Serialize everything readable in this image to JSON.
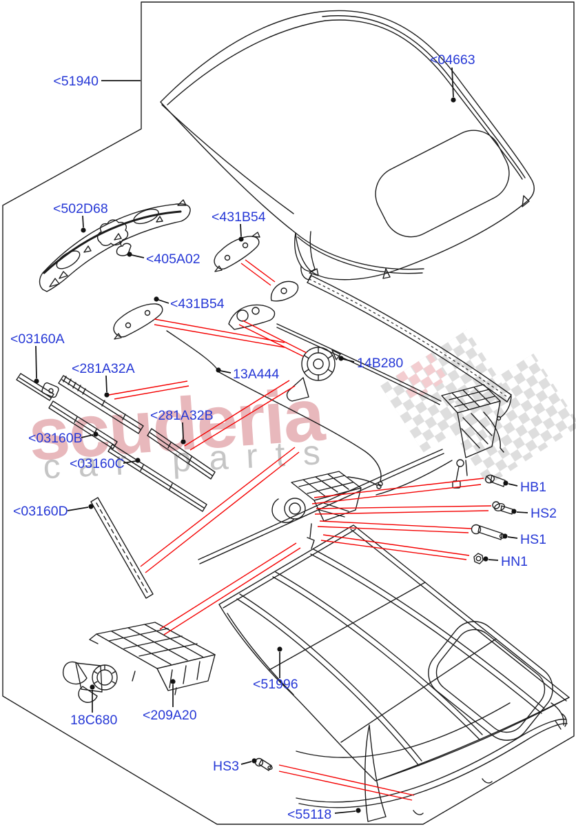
{
  "document_type": "parts-catalog-exploded-diagram",
  "subject": "convertible folding top assembly",
  "watermark": {
    "brand": "scuderia",
    "tagline": "car parts"
  },
  "colors": {
    "label_blue": "#2638d6",
    "leader_red": "#f40000",
    "line_black": "#1b1b1b",
    "watermark_red": "rgba(197,77,87,0.40)",
    "watermark_gray": "rgba(150,150,150,0.55)",
    "check_gray": "#dedede",
    "check_pink": "#f3cdd0"
  },
  "labels": {
    "p51940": "<51940",
    "p04663": "<04663",
    "p502D68": "<502D68",
    "p405A02": "<405A02",
    "p431B54a": "<431B54",
    "p431B54b": "<431B54",
    "p03160A": "<03160A",
    "p281A32A": "<281A32A",
    "p13A444": "13A444",
    "p14B280": "14B280",
    "p281A32B": "<281A32B",
    "p03160B": "<03160B",
    "p03160C": "<03160C",
    "p03160D": "<03160D",
    "pHB1": "HB1",
    "pHS2": "HS2",
    "pHS1": "HS1",
    "pHN1": "HN1",
    "p51996": "<51996",
    "p18C680": "18C680",
    "p209A20": "<209A20",
    "pHS3": "HS3",
    "p55118": "<55118"
  }
}
